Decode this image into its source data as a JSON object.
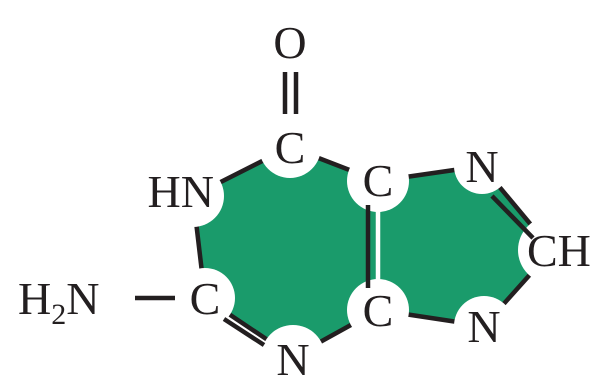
{
  "molecule": {
    "fill_color": "#1a9b6b",
    "line_color": "#231f20",
    "atoms": {
      "o_top": "O",
      "c_carbonyl": "C",
      "hn": "HN",
      "c_fused_top": "C",
      "n_top_right": "N",
      "ch": "CH",
      "h2n_h": "H",
      "h2n_sub": "2",
      "h2n_n": "N",
      "c_amino": "C",
      "c_fused_bottom": "C",
      "n_bottom_right": "N",
      "n_bottom": "N"
    }
  }
}
